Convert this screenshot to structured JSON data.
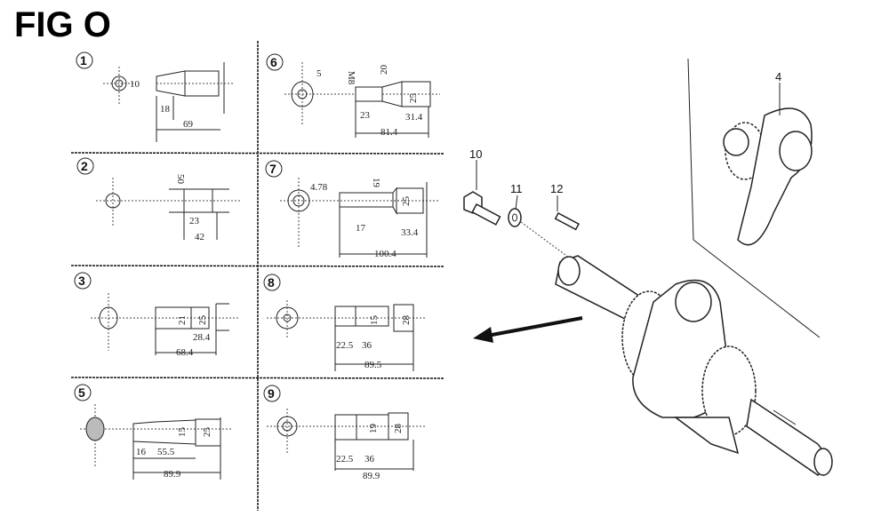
{
  "title": "FIG O",
  "panels": [
    {
      "number": "1",
      "dims": [
        "10",
        "18",
        "69"
      ]
    },
    {
      "number": "6",
      "dims": [
        "5",
        "M8",
        "20",
        "25",
        "23",
        "31.4",
        "81.4"
      ]
    },
    {
      "number": "2",
      "dims": [
        "50",
        "23",
        "42"
      ]
    },
    {
      "number": "7",
      "dims": [
        "4.78",
        "19",
        "25",
        "17",
        "33.4",
        "100.4"
      ]
    },
    {
      "number": "3",
      "dims": [
        "21",
        "25",
        "28.4",
        "68.4"
      ]
    },
    {
      "number": "8",
      "dims": [
        "15",
        "28",
        "22.5",
        "36",
        "89.5"
      ]
    },
    {
      "number": "5",
      "dims": [
        "15",
        "25",
        "16",
        "55.5",
        "89.9"
      ]
    },
    {
      "number": "9",
      "dims": [
        "19",
        "28",
        "22.5",
        "36",
        "89.9"
      ]
    }
  ],
  "callouts": {
    "bolt": "10",
    "washer": "11",
    "key": "12",
    "gear": "4"
  }
}
